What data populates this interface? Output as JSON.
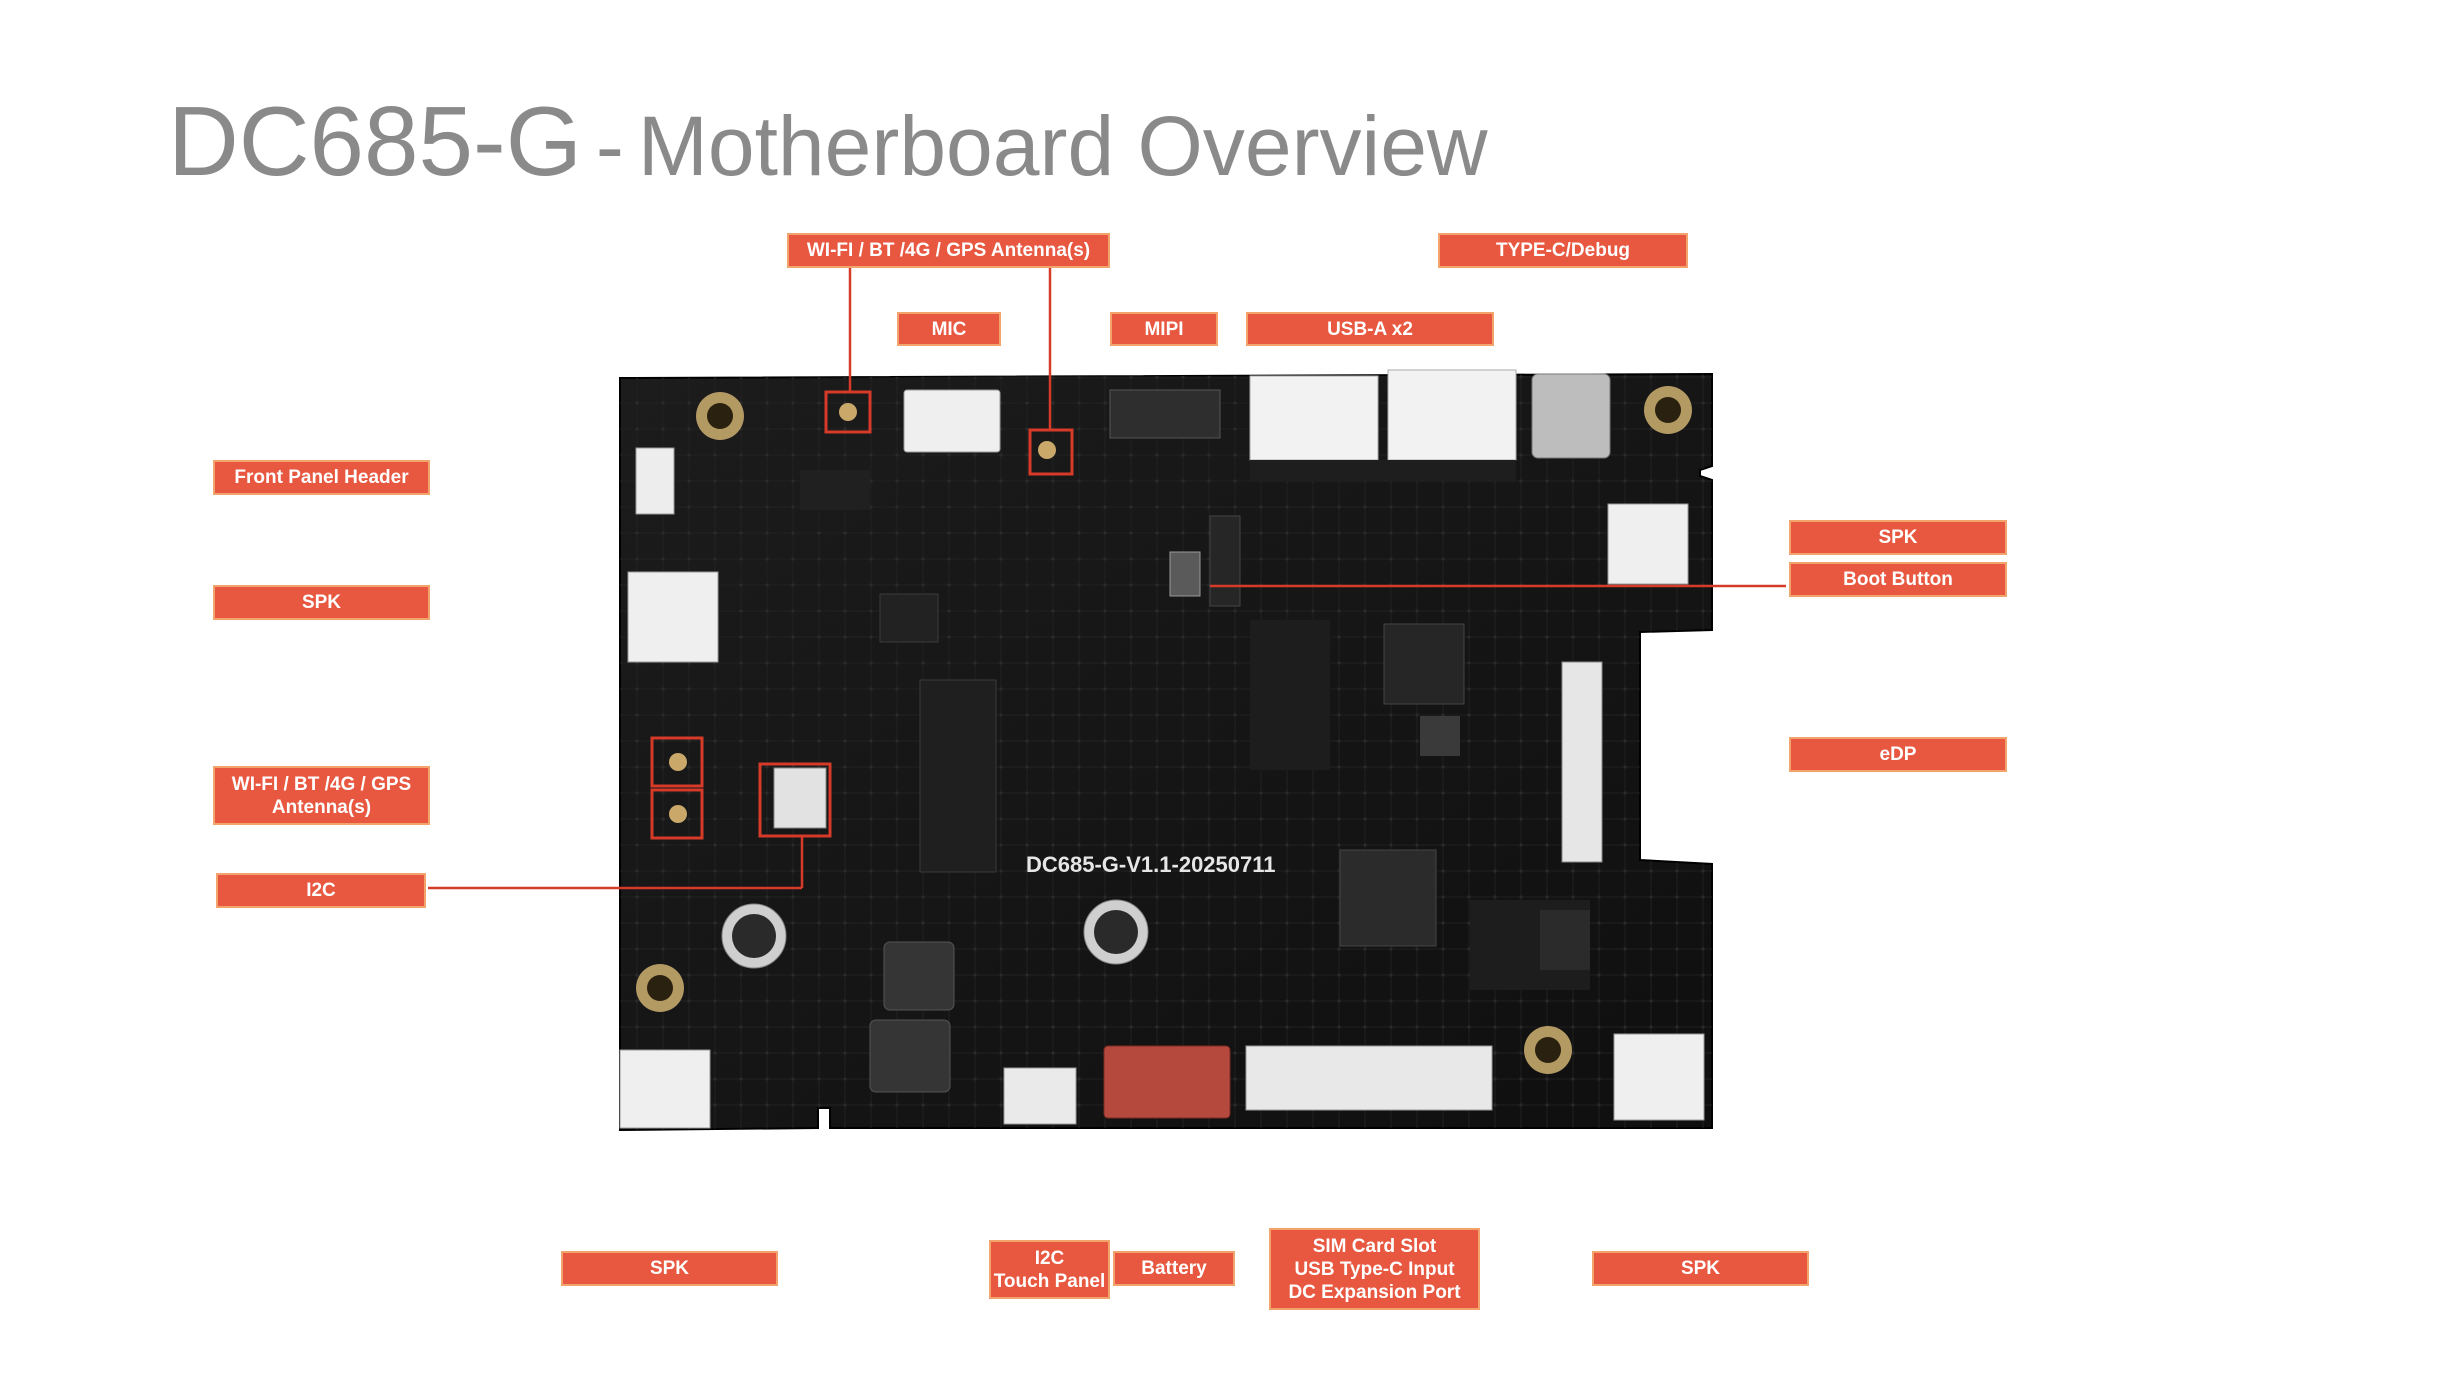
{
  "title": {
    "model": "DC685-G",
    "separator": "-",
    "subtitle": "Motherboard Overview"
  },
  "board": {
    "silkscreen_version": "DC685-G-V1.1-20250711",
    "colors": {
      "pcb": "#171717",
      "label_fill": "#e8573f",
      "label_border": "#f2a46c",
      "leader_line": "#d63a28",
      "title_text": "#8a8a8a"
    }
  },
  "labels": {
    "antenna_top": "WI-FI / BT /4G / GPS Antenna(s)",
    "type_c_debug": "TYPE-C/Debug",
    "mic": "MIC",
    "mipi": "MIPI",
    "usb_a": "USB-A x2",
    "front_panel": "Front Panel Header",
    "spk_left": "SPK",
    "spk_right": "SPK",
    "boot_button": "Boot Button",
    "edp": "eDP",
    "antenna_left": "WI-FI / BT /4G / GPS\nAntenna(s)",
    "i2c": "I2C",
    "spk_bottom_left": "SPK",
    "i2c_touch": "I2C\nTouch Panel",
    "battery": "Battery",
    "sim_usb_dc": "SIM Card Slot\nUSB Type-C Input\nDC Expansion Port",
    "spk_bottom_right": "SPK"
  }
}
